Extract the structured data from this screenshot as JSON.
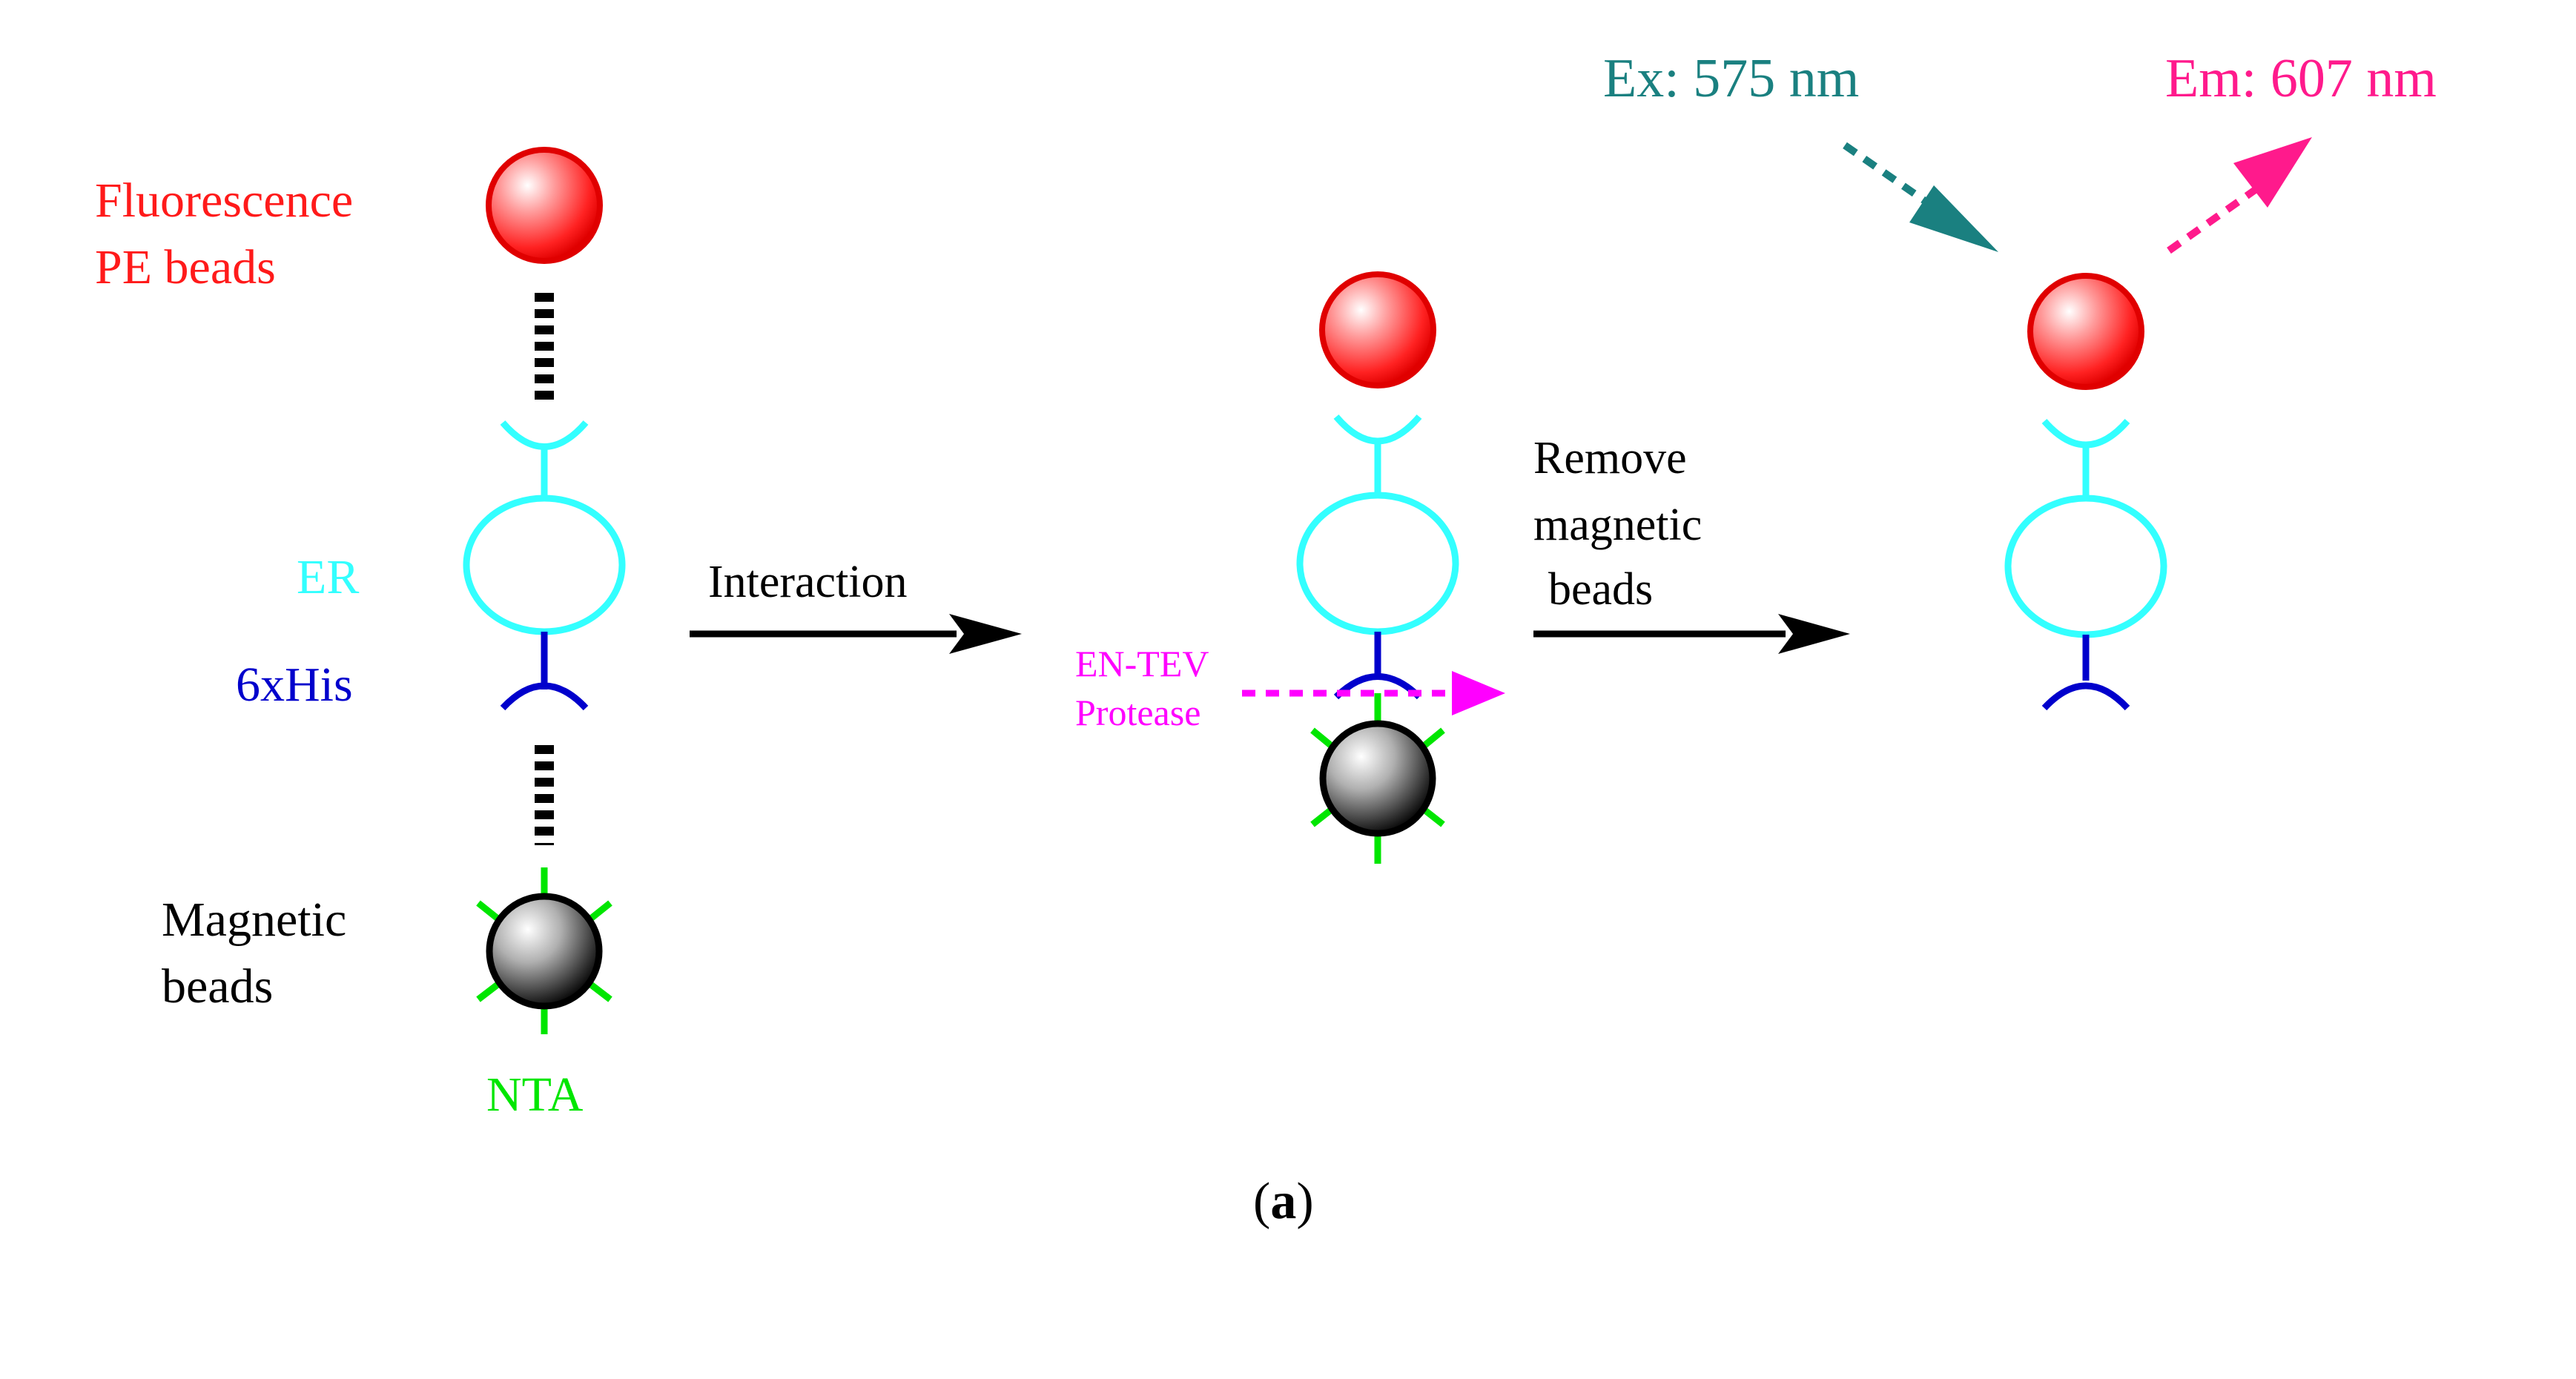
{
  "labels": {
    "fluorescence_line1": "Fluorescence",
    "fluorescence_line2": "PE beads",
    "er": "ER",
    "his": "6xHis",
    "magnetic_line1": "Magnetic",
    "magnetic_line2": "beads",
    "nta": "NTA",
    "interaction": "Interaction",
    "protease_line1": "EN-TEV",
    "protease_line2": "Protease",
    "remove_line1": "Remove",
    "remove_line2": "magnetic",
    "remove_line3": "beads",
    "excitation": "Ex: 575 nm",
    "emission": "Em: 607 nm",
    "panel_open": "(",
    "panel_letter": "a",
    "panel_close": ")"
  },
  "colors": {
    "fluorescence_text": "#ff1a1a",
    "er": "#33ffff",
    "his": "#0000cc",
    "nta": "#00e600",
    "protease": "#ff00ff",
    "excitation": "#1a8080",
    "emission": "#ff1a8c",
    "text_black": "#000000"
  }
}
